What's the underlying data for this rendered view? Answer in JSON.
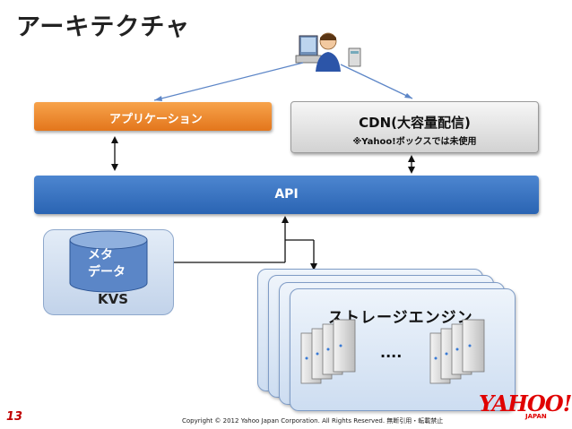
{
  "title": "アーキテクチャ",
  "nodes": {
    "application": "アプリケーション",
    "cdn": "CDN(大容量配信)",
    "cdn_note": "※Yahoo!ボックスでは未使用",
    "api": "API",
    "metadata": "メタ\nデータ",
    "kvs": "KVS",
    "storage_engine": "ストレージエンジン",
    "ellipsis": "...."
  },
  "footer": {
    "page_number": "13",
    "copyright": "Copyright © 2012 Yahoo Japan Corporation. All Rights Reserved. 無断引用・転載禁止",
    "logo_text": "YAHOO!",
    "logo_sub": "JAPAN"
  }
}
